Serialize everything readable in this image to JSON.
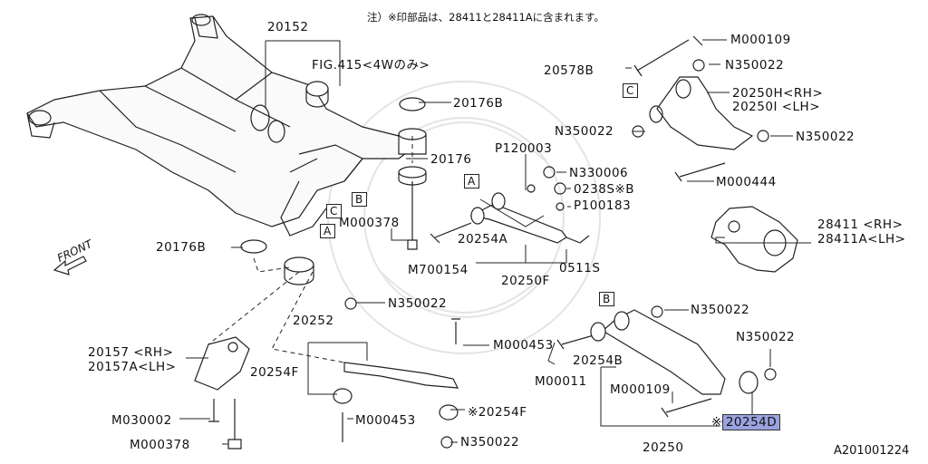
{
  "note": "注）※印部品は、28411と28411Aに含まれます。",
  "reference_code": "A201001224",
  "front_label": "FRONT",
  "labels": [
    {
      "id": "20152",
      "text": "20152"
    },
    {
      "id": "fig415",
      "text": "FIG.415<4Wのみ>"
    },
    {
      "id": "m000109-top",
      "text": "M000109"
    },
    {
      "id": "20578b",
      "text": "20578B"
    },
    {
      "id": "n350022-a",
      "text": "N350022"
    },
    {
      "id": "20250h",
      "text": "20250H<RH>"
    },
    {
      "id": "20250i",
      "text": "20250I <LH>"
    },
    {
      "id": "20176b-top",
      "text": "20176B"
    },
    {
      "id": "n350022-b",
      "text": "N350022"
    },
    {
      "id": "n350022-c",
      "text": "N350022"
    },
    {
      "id": "p120003",
      "text": "P120003"
    },
    {
      "id": "20176",
      "text": "20176"
    },
    {
      "id": "n330006",
      "text": "N330006"
    },
    {
      "id": "0238s",
      "text": "0238S※B"
    },
    {
      "id": "m000444",
      "text": "M000444"
    },
    {
      "id": "p100183",
      "text": "P100183"
    },
    {
      "id": "m000378-mid",
      "text": "M000378"
    },
    {
      "id": "20254a",
      "text": "20254A"
    },
    {
      "id": "28411",
      "text": "28411  <RH>"
    },
    {
      "id": "28411a",
      "text": "28411A<LH>"
    },
    {
      "id": "20176b-left",
      "text": "20176B"
    },
    {
      "id": "m700154",
      "text": "M700154"
    },
    {
      "id": "0511s",
      "text": "0511S"
    },
    {
      "id": "20250f",
      "text": "20250F"
    },
    {
      "id": "n350022-d",
      "text": "N350022"
    },
    {
      "id": "n350022-e",
      "text": "N350022"
    },
    {
      "id": "20252",
      "text": "20252"
    },
    {
      "id": "m000453-top",
      "text": "M000453"
    },
    {
      "id": "n350022-f",
      "text": "N350022"
    },
    {
      "id": "20157",
      "text": "20157 <RH>"
    },
    {
      "id": "20157a",
      "text": "20157A<LH>"
    },
    {
      "id": "20254b",
      "text": "20254B"
    },
    {
      "id": "20254f-left",
      "text": "20254F"
    },
    {
      "id": "m00011",
      "text": "M00011"
    },
    {
      "id": "m000109-bot",
      "text": "M000109"
    },
    {
      "id": "20254f-mid",
      "text": "※20254F"
    },
    {
      "id": "m030002",
      "text": "M030002"
    },
    {
      "id": "m000453-bot",
      "text": "M000453"
    },
    {
      "id": "m000378-bot",
      "text": "M000378"
    },
    {
      "id": "n350022-g",
      "text": "N350022"
    },
    {
      "id": "20250",
      "text": "20250"
    }
  ],
  "callout_boxes": [
    {
      "id": "A-1",
      "text": "A"
    },
    {
      "id": "A-2",
      "text": "A"
    },
    {
      "id": "B-1",
      "text": "B"
    },
    {
      "id": "B-2",
      "text": "B"
    },
    {
      "id": "C-1",
      "text": "C"
    },
    {
      "id": "C-2",
      "text": "C"
    }
  ],
  "highlighted": {
    "prefix": "※",
    "text": "20254D",
    "color": "#9aa3e0"
  }
}
